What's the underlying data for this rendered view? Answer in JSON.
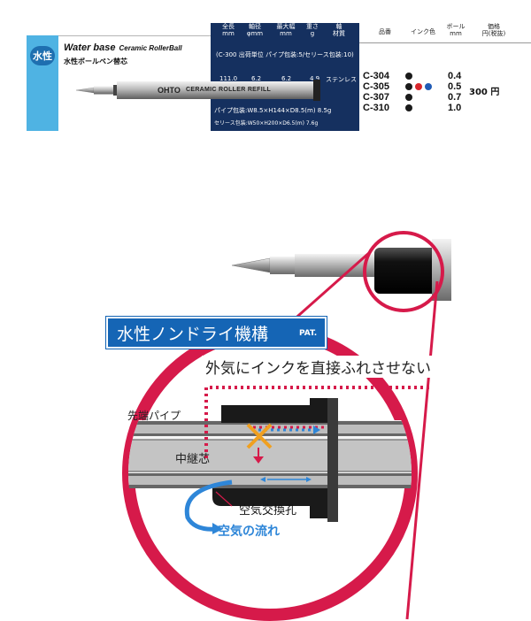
{
  "spec": {
    "badge": "水性",
    "title": "Water base",
    "title_sub": "Ceramic RollerBall",
    "subtitle": "水性ボールペン替芯",
    "columns": [
      {
        "top": "全長",
        "bottom": "mm"
      },
      {
        "top": "軸径",
        "bottom": "φmm"
      },
      {
        "top": "最大幅",
        "bottom": "mm"
      },
      {
        "top": "重さ",
        "bottom": "g"
      },
      {
        "top": "軸",
        "bottom": "材質"
      }
    ],
    "right_columns": [
      "品番",
      "インク色",
      "ボール",
      "価格"
    ],
    "right_column_subs": {
      "ball_unit": "mm",
      "price_unit": "円(税抜)"
    },
    "pack_note": "(C-300 出荷単位 パイプ包装:5/セリース包装:10)",
    "values": [
      "111.0",
      "6.2",
      "6.2",
      "4.9",
      "ステンレス"
    ],
    "refill_label": "CERAMIC ROLLER REFILL",
    "brand": "OHTO",
    "pkg_pipe": "パイプ包装:W8.5×H144×D8.5(m) 8.5g",
    "pkg_series": "セリース包装:W50×H200×D6.5(m) 7.6g",
    "products": [
      {
        "code": "C-304",
        "ball": "0.4",
        "colors": [
          "#1a1a1a"
        ]
      },
      {
        "code": "C-305",
        "ball": "0.5",
        "colors": [
          "#1a1a1a",
          "#d8262c",
          "#1f5bb5"
        ]
      },
      {
        "code": "C-307",
        "ball": "0.7",
        "colors": [
          "#1a1a1a"
        ]
      },
      {
        "code": "C-310",
        "ball": "1.0",
        "colors": [
          "#1a1a1a"
        ]
      }
    ],
    "price": "300 円"
  },
  "illustration": {
    "mechanism_title": "水性ノンドライ機構",
    "pat": "PAT.",
    "caption": "外気にインクを直接ふれさせない",
    "label_tip_pipe": "先端パイプ",
    "label_core": "中継芯",
    "label_air_hole": "空気交換孔",
    "label_air_flow": "空気の流れ"
  },
  "colors": {
    "navy": "#15305f",
    "sky": "#4fb3e3",
    "accent_red": "#d61a4a",
    "flow_blue": "#2e86d8"
  }
}
